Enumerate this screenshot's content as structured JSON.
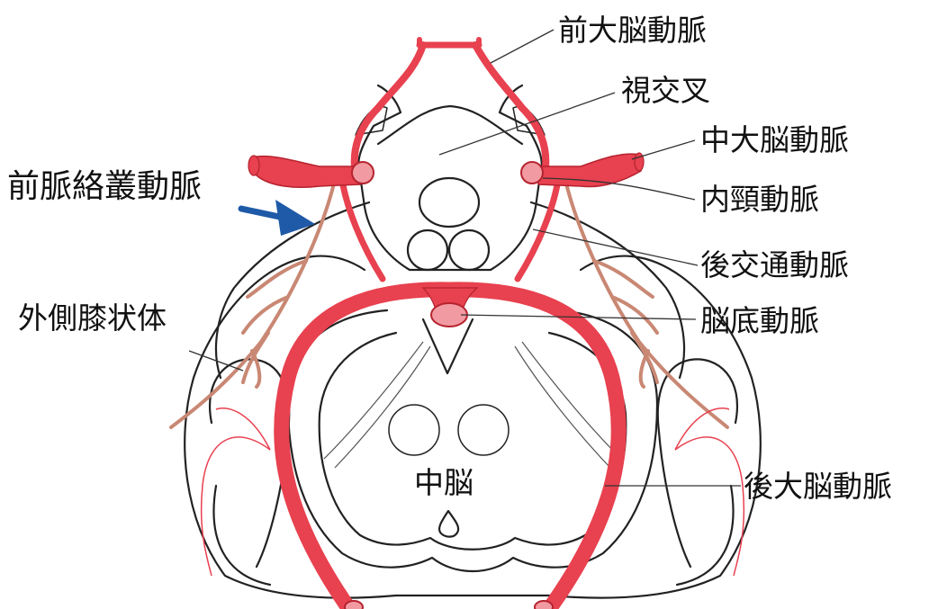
{
  "labels": {
    "anterior_cerebral_artery": "前大脳動脈",
    "optic_chiasm": "視交叉",
    "middle_cerebral_artery": "中大脳動脈",
    "anterior_choroidal_artery": "前脈絡叢動脈",
    "internal_carotid_artery": "内頸動脈",
    "posterior_communicating_artery": "後交通動脈",
    "lateral_geniculate_body": "外側膝状体",
    "basilar_artery": "脳底動脈",
    "posterior_cerebral_artery": "後大脳動脈",
    "midbrain": "中脳"
  },
  "colors": {
    "artery_fill": "#e8414f",
    "artery_stroke": "#b5232f",
    "artery_cut": "#f29aa2",
    "choroidal_branch": "#c98874",
    "arrow": "#1f5aa8",
    "outline": "#222222"
  },
  "icons": {
    "pointer_arrow": "arrow-right-icon"
  }
}
